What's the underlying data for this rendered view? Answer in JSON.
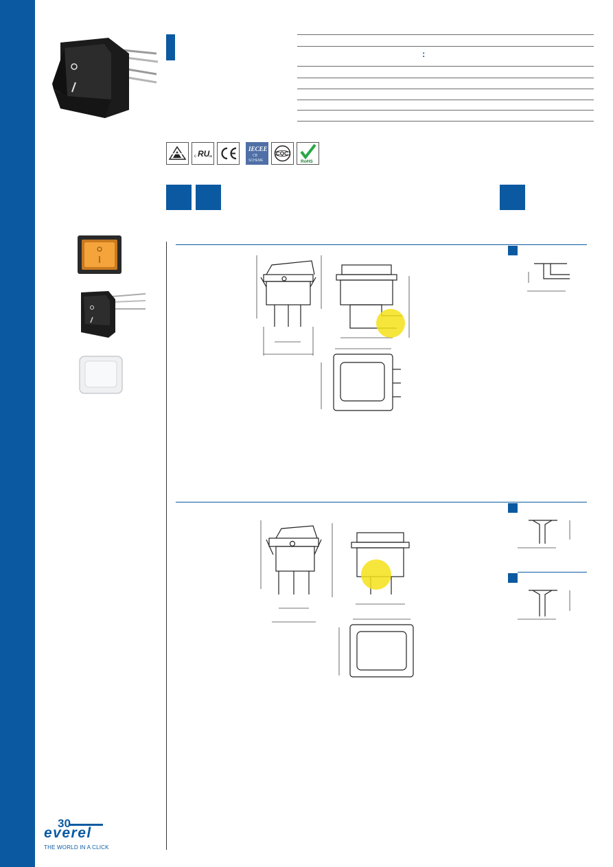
{
  "brand": {
    "logo_number": "30",
    "logo_name": "everel",
    "tagline": "THE WORLD IN A CLICK"
  },
  "certifications": [
    "ENEC",
    "cURus",
    "CE",
    "IECEE CB SCHEME",
    "CQC",
    "RoHS"
  ],
  "spec_table": {
    "separator": ":"
  },
  "colors": {
    "brand_blue": "#0b5aa1",
    "highlight_yellow": "#f5e21a",
    "lamp_amber": "#f4a43a"
  }
}
